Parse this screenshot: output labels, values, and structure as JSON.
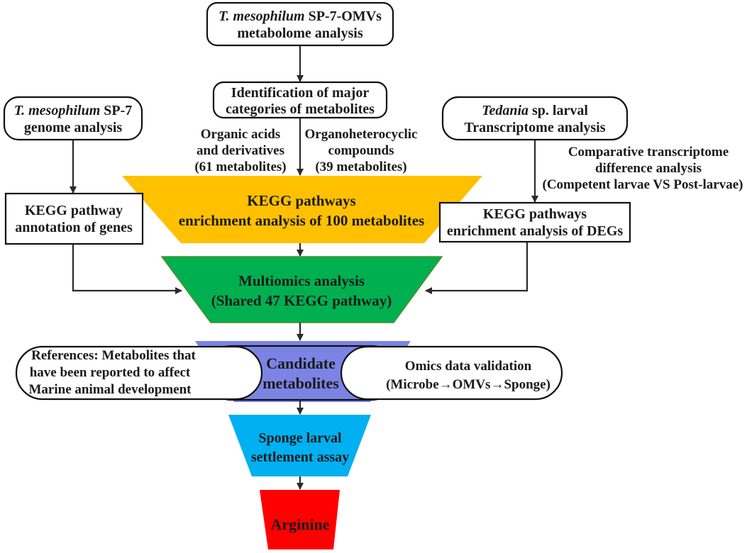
{
  "nodes": {
    "omv_metabolome": {
      "line1_italic": "T. mesophilum",
      "line1_rest": " SP-7-OMVs",
      "line2": "metabolome analysis"
    },
    "identification": {
      "line1": "Identification of major",
      "line2": "categories of metabolites"
    },
    "genome_analysis": {
      "line1_italic": "T. mesophilum",
      "line1_rest": " SP-7",
      "line2": "genome analysis"
    },
    "larval_transcriptome": {
      "line1_italic": "Tedania",
      "line1_rest": " sp. larval",
      "line2": "Transcriptome analysis"
    },
    "kegg_annotation": {
      "line1": "KEGG pathway",
      "line2": "annotation of genes"
    },
    "kegg_deg": {
      "line1": "KEGG pathways",
      "line2": "enrichment analysis of DEGs"
    },
    "references": {
      "line1": "References: Metabolites that",
      "line2": "have been reported to affect",
      "line3": "Marine animal development"
    },
    "omics_validation": {
      "line1": "Omics data validation",
      "line2": "(Microbe→OMVs→Sponge)"
    }
  },
  "funnel": {
    "kegg_metabolites": {
      "line1": "KEGG pathways",
      "line2": "enrichment analysis of 100 metabolites",
      "color": "#FFC000"
    },
    "multiomics": {
      "line1": "Multiomics analysis",
      "line2": "(Shared 47 KEGG pathway)",
      "color": "#00B050"
    },
    "candidate": {
      "line1": "Candidate",
      "line2": "metabolites",
      "color": "#7B84E4"
    },
    "settlement": {
      "line1": "Sponge larval",
      "line2": "settlement assay",
      "color": "#00B0F0"
    },
    "arginine": {
      "line1": "Arginine",
      "color": "#FF0000"
    }
  },
  "annotations": {
    "organic_acids": {
      "line1": "Organic acids",
      "line2": "and derivatives",
      "line3": "(61 metabolites)"
    },
    "organoheterocyclic": {
      "line1": "Organoheterocyclic",
      "line2": "compounds",
      "line3": "(39 metabolites)"
    },
    "comparative": {
      "line1": "Comparative transcriptome",
      "line2": "difference analysis",
      "line3": "(Competent larvae VS Post-larvae)"
    }
  },
  "colors": {
    "stroke": "#111111",
    "arrow": "#2a2a2a",
    "text": "#1a1a1a",
    "background": "#ffffff"
  }
}
